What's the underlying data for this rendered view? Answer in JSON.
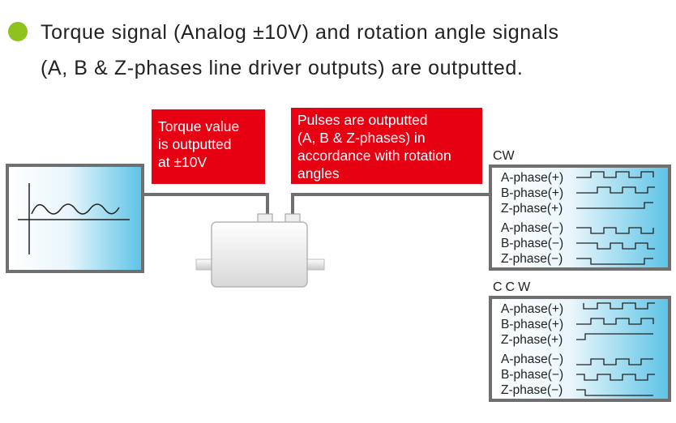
{
  "header": {
    "line1": "Torque signal (Analog ±10V) and rotation angle signals",
    "line2": "(A, B & Z-phases line driver outputs) are outputted.",
    "bullet_color": "#8dc21f"
  },
  "callouts": {
    "torque": [
      "Torque value",
      "is outputted",
      "at ±10V"
    ],
    "pulses": [
      "Pulses are outputted",
      "(A, B & Z-phases) in",
      "accordance with rotation",
      "angles"
    ],
    "color": "#e60012"
  },
  "panels": {
    "cw": {
      "title": "CW",
      "signals": [
        "A-phase(+)",
        "B-phase(+)",
        "Z-phase(+)",
        "A-phase(−)",
        "B-phase(−)",
        "Z-phase(−)"
      ]
    },
    "ccw": {
      "title": "CCW",
      "signals": [
        "A-phase(+)",
        "B-phase(+)",
        "Z-phase(+)",
        "A-phase(−)",
        "B-phase(−)",
        "Z-phase(−)"
      ]
    }
  }
}
